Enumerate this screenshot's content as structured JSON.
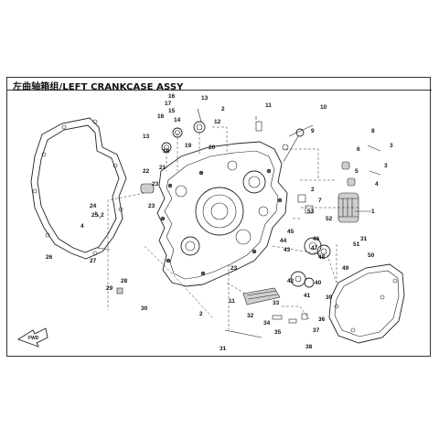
{
  "header": {
    "title": "左曲轴箱组/LEFT CRANKCASE ASSY"
  },
  "callouts": [
    "1",
    "2",
    "3",
    "4",
    "5",
    "6",
    "7",
    "8",
    "9",
    "10",
    "11",
    "12",
    "13",
    "14",
    "15",
    "16",
    "17",
    "18",
    "19",
    "20",
    "21",
    "22",
    "23",
    "24",
    "25",
    "26",
    "27",
    "28",
    "29",
    "30",
    "31",
    "32",
    "33",
    "34",
    "35",
    "36",
    "37",
    "38",
    "39",
    "40",
    "41",
    "42",
    "43",
    "44",
    "45",
    "46",
    "47",
    "48",
    "49",
    "50",
    "51",
    "52",
    "53"
  ],
  "orientation_mark": "FWD"
}
